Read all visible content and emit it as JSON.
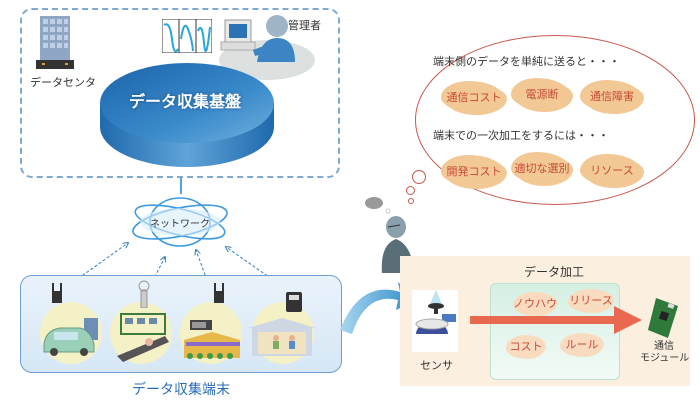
{
  "data_center": {
    "building_label": "データセンタ",
    "admin_label": "管理者",
    "platform_label": "データ収集基盤"
  },
  "network": {
    "label": "ネットワーク"
  },
  "terminals": {
    "label": "データ収集端末",
    "items": [
      {
        "icon": "car-charging-icon"
      },
      {
        "icon": "factory-line-icon"
      },
      {
        "icon": "store-building-icon"
      },
      {
        "icon": "home-meter-icon"
      }
    ]
  },
  "thought_bubble": {
    "heading1": "端末側のデータを単純に送ると・・・",
    "issues1": [
      "通信コスト",
      "電源断",
      "通信障害"
    ],
    "heading2": "端末での一次加工をするには・・・",
    "issues2": [
      "開発コスト",
      "適切な選別",
      "リソース"
    ]
  },
  "processing": {
    "title": "データ加工",
    "items": [
      "ノウハウ",
      "リリース",
      "コスト",
      "ルール"
    ],
    "sensor_label": "センサ",
    "module_label_line1": "通信",
    "module_label_line2": "モジュール"
  },
  "colors": {
    "dashed_border": "#7fa9cf",
    "disk_blue": "#2f7fc1",
    "bubble_border": "#c8574a",
    "blob_fill": "#f2c894",
    "blob_text": "#c84a3a",
    "arrow_red": "#e8694f",
    "terminal_text": "#2a6db4"
  }
}
